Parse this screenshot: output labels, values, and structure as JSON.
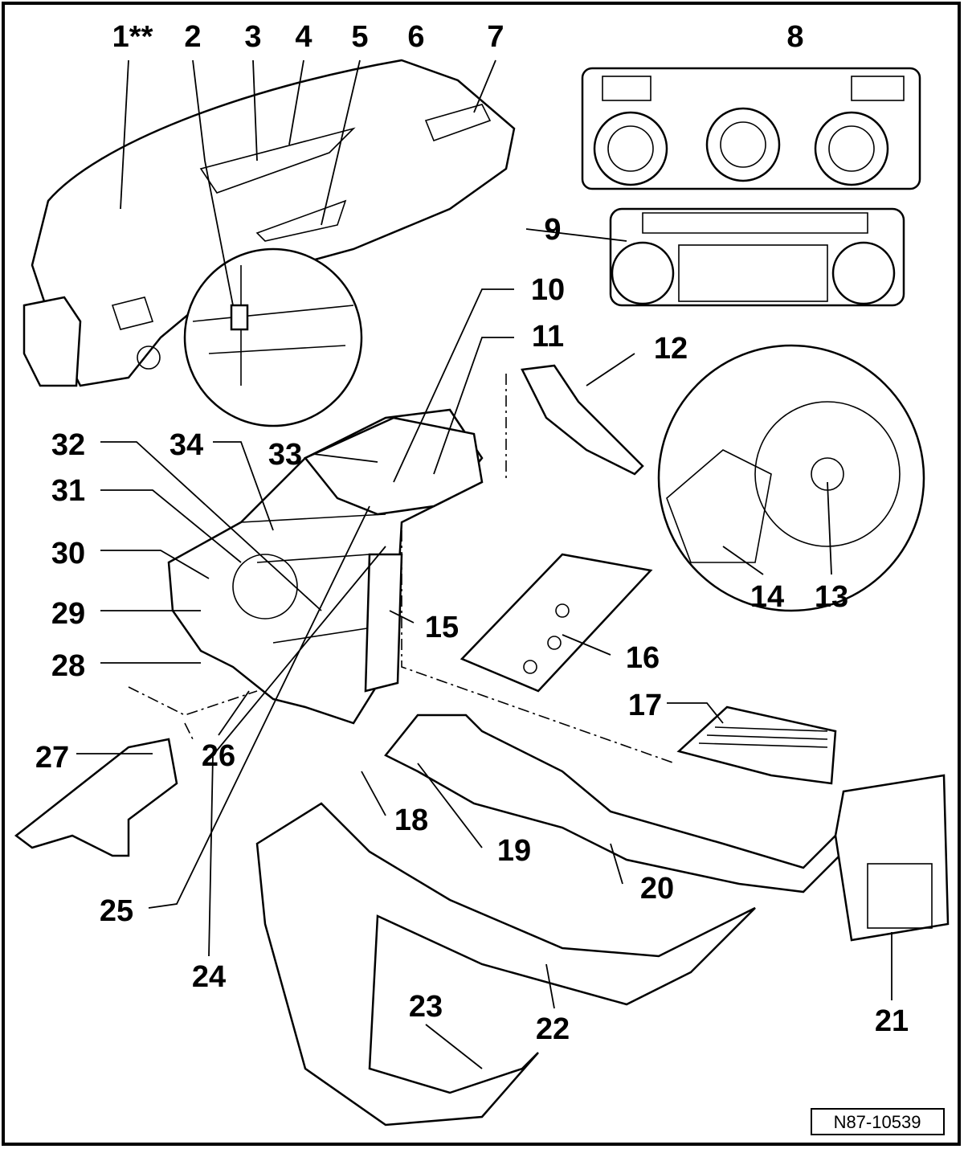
{
  "labels": {
    "l1": "1**",
    "l2": "2",
    "l3": "3",
    "l4": "4",
    "l5": "5",
    "l6": "6",
    "l7": "7",
    "l8": "8",
    "l9": "9",
    "l10": "10",
    "l11": "11",
    "l12": "12",
    "l13": "13",
    "l14": "14",
    "l15": "15",
    "l16": "16",
    "l17": "17",
    "l18": "18",
    "l19": "19",
    "l20": "20",
    "l21": "21",
    "l22": "22",
    "l23": "23",
    "l24": "24",
    "l25": "25",
    "l26": "26",
    "l27": "27",
    "l28": "28",
    "l29": "29",
    "l30": "30",
    "l31": "31",
    "l32": "32",
    "l33": "33",
    "l34": "34"
  },
  "reference_code": "N87-10539"
}
